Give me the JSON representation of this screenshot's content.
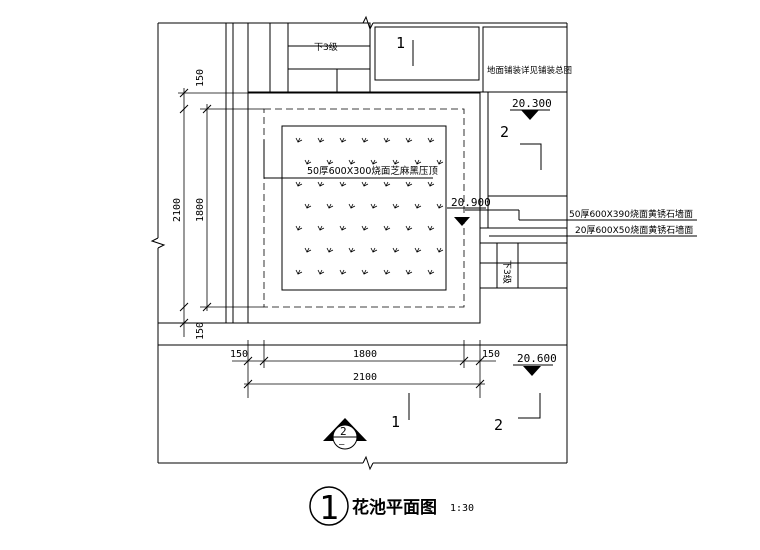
{
  "notes": {
    "down_steps_top": "下3级",
    "down_steps_right": "下3级",
    "paving_note": "地面铺装详见铺装总图",
    "planter_fill": "50厚600X300烧面芝麻黑压顶",
    "wall_face": "50厚600X390烧面黄锈石墙面",
    "wall_cap": "20厚600X50烧面黄锈石墙面"
  },
  "elevations": {
    "upper_right": "20.300",
    "planter": "20.900",
    "lower_right": "20.600"
  },
  "dimensions": {
    "v_150_top": "150",
    "v_1800": "1800",
    "v_2100": "2100",
    "v_150_bottom": "150",
    "h_150_left": "150",
    "h_1800": "1800",
    "h_150_right": "150",
    "h_2100": "2100"
  },
  "section_marks": {
    "mark_1_top": "1",
    "mark_2_upper": "2",
    "mark_1_bottom": "1",
    "mark_2_bottom": "2",
    "detail_num": "2",
    "detail_sub": "—"
  },
  "title": {
    "number": "1",
    "name": "花池平面图",
    "scale": "1:30"
  }
}
